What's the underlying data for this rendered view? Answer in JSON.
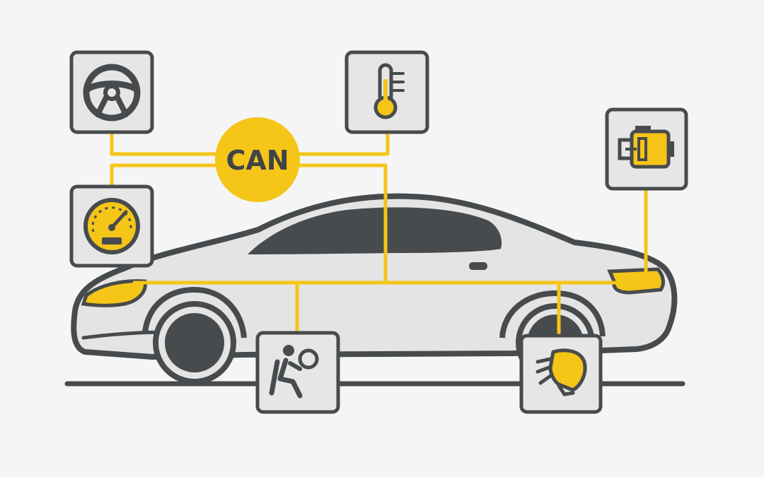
{
  "diagram": {
    "bus_label": "CAN",
    "nodes": [
      {
        "id": "steering",
        "icon": "steering-wheel-icon"
      },
      {
        "id": "climate",
        "icon": "thermometer-icon"
      },
      {
        "id": "dashboard",
        "icon": "speedometer-icon"
      },
      {
        "id": "engine",
        "icon": "engine-icon"
      },
      {
        "id": "airbag",
        "icon": "airbag-seat-icon"
      },
      {
        "id": "lighting",
        "icon": "headlight-icon"
      }
    ],
    "colors": {
      "accent": "#f5c518",
      "stroke": "#474b4d",
      "car_body": "#e4e4e4",
      "icon_box": "#e6e6e6",
      "background": "#f5f5f5"
    }
  }
}
